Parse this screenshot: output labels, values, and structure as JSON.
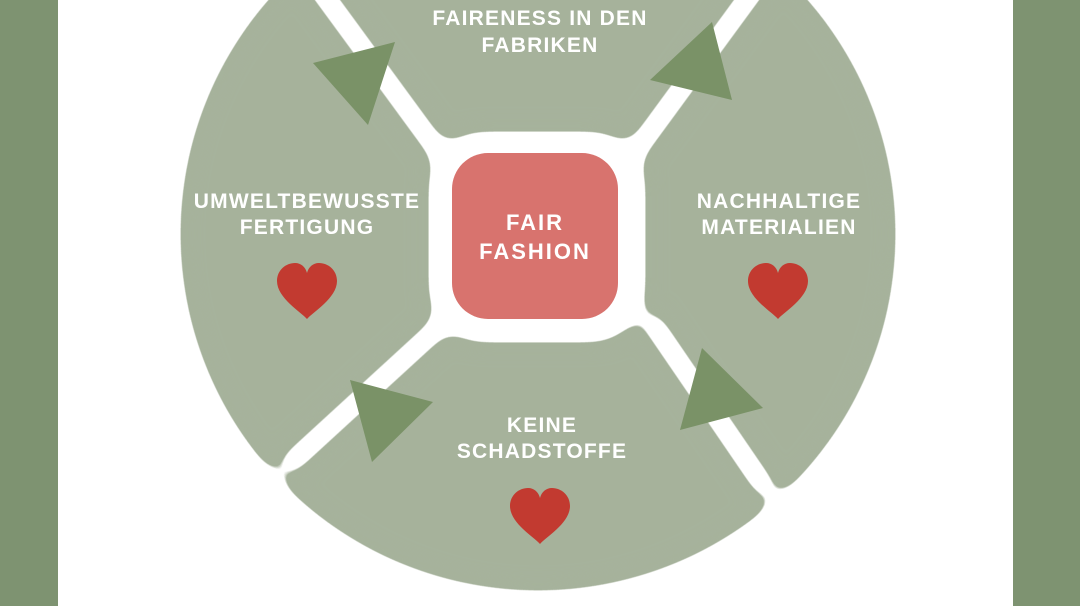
{
  "diagram": {
    "title_semantic": "fair-fashion-cycle",
    "center_box": {
      "line1": "FAIR",
      "line2": "FASHION"
    },
    "segments": {
      "top": {
        "line1": "FAIRENESS IN DEN",
        "line2": "FABRIKEN",
        "has_heart": false
      },
      "left": {
        "line1": "UMWELTBEWUSSTE",
        "line2": "FERTIGUNG",
        "has_heart": true
      },
      "right": {
        "line1": "NACHHALTIGE",
        "line2": "MATERIALIEN",
        "has_heart": true
      },
      "bottom": {
        "line1": "KEINE",
        "line2": "SCHADSTOFFE",
        "has_heart": true
      }
    },
    "icons": {
      "hearts": [
        "heart-icon-left",
        "heart-icon-right",
        "heart-icon-bottom"
      ],
      "arrows": [
        "arrow-icon-top-left",
        "arrow-icon-top-right",
        "arrow-icon-bottom-left",
        "arrow-icon-bottom-right"
      ]
    },
    "colors": {
      "segment_green": "#a6b29b",
      "bar_green": "#7e9371",
      "arrow_green": "#7a9267",
      "heart_red": "#c23a30",
      "center_red": "#d8736e",
      "label_text": "#ffffff",
      "background": "#ffffff"
    }
  }
}
